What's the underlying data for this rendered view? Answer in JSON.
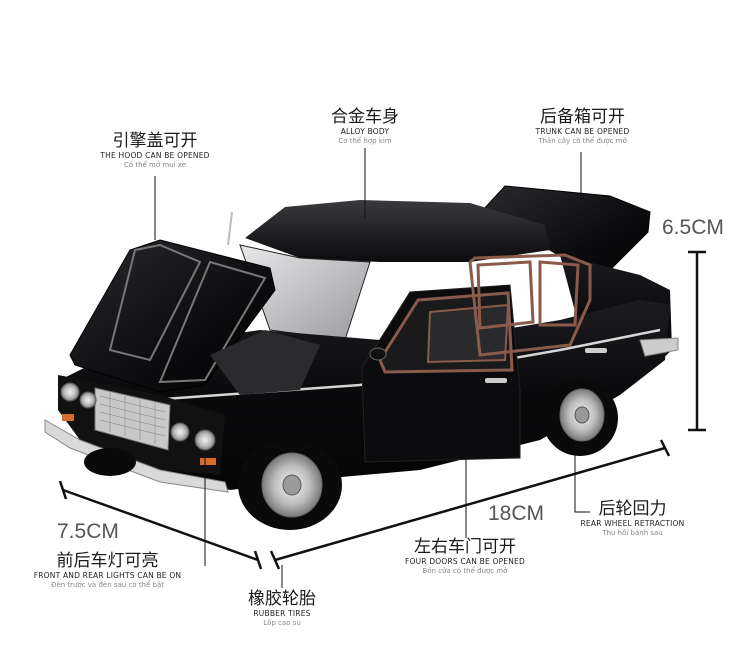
{
  "callouts": {
    "hood": {
      "zh": "引擎盖可开",
      "en": "THE HOOD CAN BE OPENED",
      "vi": "Có thể mở mui xe"
    },
    "body": {
      "zh": "合金车身",
      "en": "ALLOY BODY",
      "vi": "Cơ thể hợp kim"
    },
    "trunk": {
      "zh": "后备箱可开",
      "en": "TRUNK CAN BE OPENED",
      "vi": "Thân cây có thể được mở"
    },
    "lights": {
      "zh": "前后车灯可亮",
      "en": "FRONT AND REAR LIGHTS CAN BE ON",
      "vi": "Đèn trước và đèn sau có thể bật"
    },
    "tires": {
      "zh": "橡胶轮胎",
      "en": "RUBBER TIRES",
      "vi": "Lốp cao su"
    },
    "doors": {
      "zh": "左右车门可开",
      "en": "FOUR DOORS CAN BE OPENED",
      "vi": "Bốn cửa có thể được mở"
    },
    "wheel": {
      "zh": "后轮回力",
      "en": "REAR WHEEL RETRACTION",
      "vi": "Thu hồi bánh sau"
    }
  },
  "dimensions": {
    "height": "6.5CM",
    "length": "18CM",
    "width": "7.5CM"
  },
  "colors": {
    "car_body": "#0d0d0f",
    "chrome": "#c9c9c9",
    "door_trim": "#8a5a4a"
  }
}
